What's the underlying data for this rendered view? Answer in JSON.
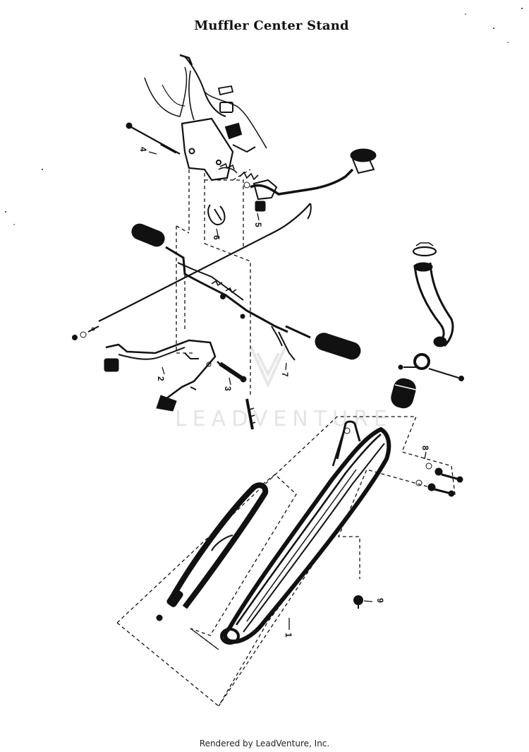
{
  "title": "Muffler Center Stand",
  "watermark": "LEADVENTURE",
  "footer": "Rendered by LeadVenture, Inc.",
  "callouts": [
    {
      "id": "1",
      "label": "1"
    },
    {
      "id": "2",
      "label": "2"
    },
    {
      "id": "3",
      "label": "3"
    },
    {
      "id": "4",
      "label": "4"
    },
    {
      "id": "5",
      "label": "5"
    },
    {
      "id": "6",
      "label": "6"
    },
    {
      "id": "7",
      "label": "7"
    },
    {
      "id": "8",
      "label": "8"
    },
    {
      "id": "9",
      "label": "9"
    }
  ]
}
